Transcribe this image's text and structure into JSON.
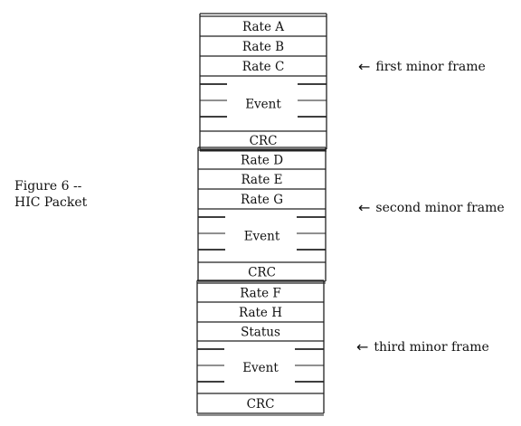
{
  "figure": {
    "caption_line1": "Figure 6 --",
    "caption_line2": "HIC Packet"
  },
  "packet": {
    "minor_frames": [
      {
        "cells": [
          "Rate A",
          "Rate B",
          "Rate C",
          "Event",
          "CRC"
        ],
        "side_label": "first minor frame",
        "arrow_icon": "left-arrow-icon"
      },
      {
        "cells": [
          "Rate D",
          "Rate E",
          "Rate G",
          "Event",
          "CRC"
        ],
        "side_label": "second minor frame",
        "arrow_icon": "left-arrow-icon"
      },
      {
        "cells": [
          "Rate F",
          "Rate H",
          "Status",
          "Event",
          "CRC"
        ],
        "side_label": "third minor frame",
        "arrow_icon": "left-arrow-icon"
      }
    ]
  }
}
